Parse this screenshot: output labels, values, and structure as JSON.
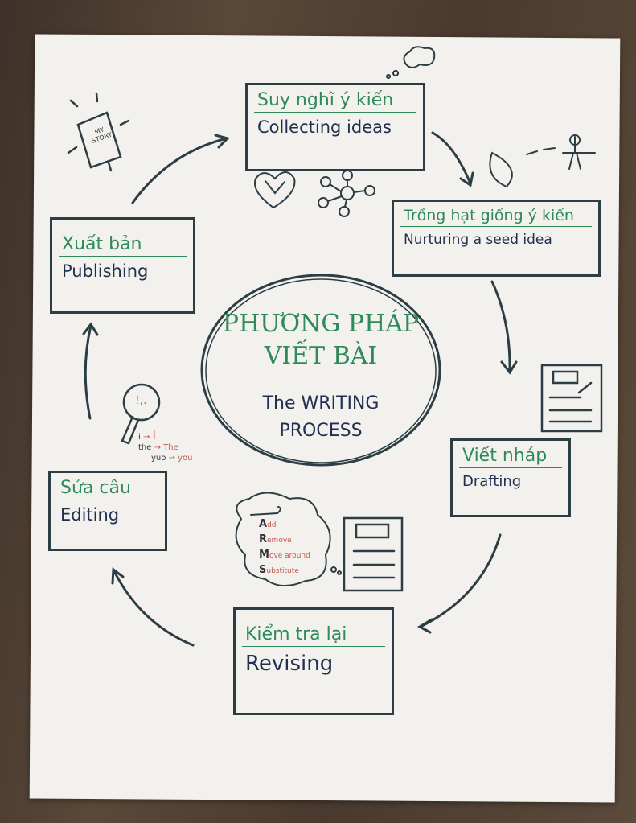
{
  "title": {
    "vn_line1": "PHƯƠNG PHÁP",
    "vn_line2": "VIẾT BÀI",
    "en_line1": "The WRITING",
    "en_line2": "PROCESS"
  },
  "steps": [
    {
      "vn": "Suy nghĩ ý kiến",
      "en": "Collecting ideas"
    },
    {
      "vn": "Trồng hạt giống ý kiến",
      "en": "Nurturing a seed idea"
    },
    {
      "vn": "Viết nháp",
      "en": "Drafting"
    },
    {
      "vn": "Kiểm tra lại",
      "en": "Revising"
    },
    {
      "vn": "Sửa câu",
      "en": "Editing"
    },
    {
      "vn": "Xuất bản",
      "en": "Publishing"
    }
  ],
  "book": {
    "line1": "MY",
    "line2": "STORY"
  },
  "arms": {
    "a": "A",
    "a_rest": "dd",
    "r": "R",
    "r_rest": "emove",
    "m": "M",
    "m_rest": "ove around",
    "s": "S",
    "s_rest": "ubstitute"
  },
  "editing_notes": {
    "i_from": "i",
    "i_to": "I",
    "the_from": "the",
    "the_to": "The",
    "yuo_from": "yuo",
    "yuo_to": "you",
    "punct": "!,."
  },
  "colors": {
    "green": "#2f8a5a",
    "navy": "#22304f",
    "red": "#c9584a",
    "paper": "#f3f1ee"
  }
}
